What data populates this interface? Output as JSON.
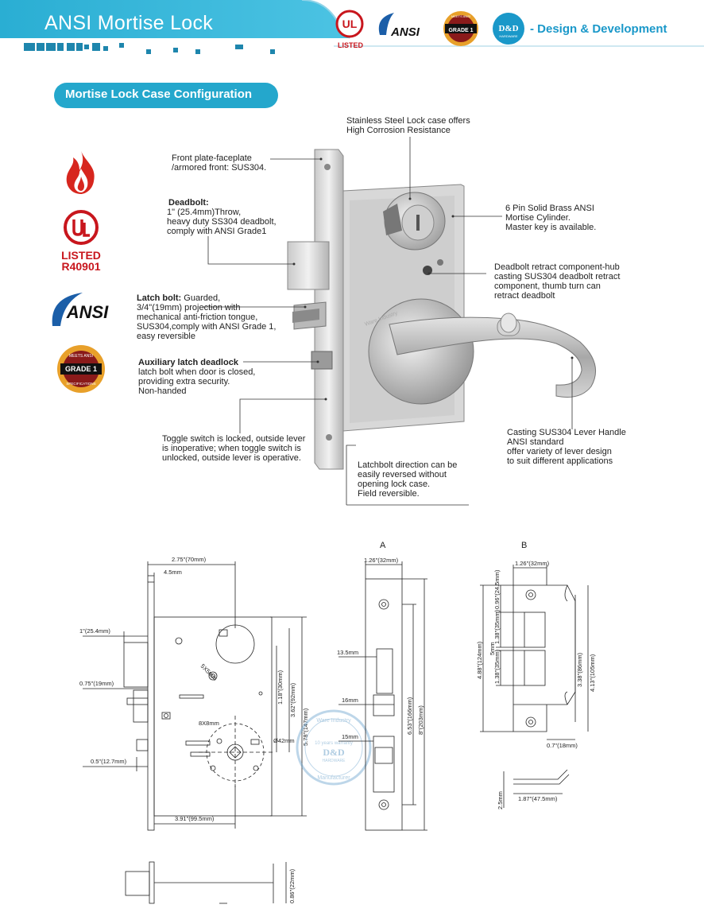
{
  "header": {
    "title": "ANSI Mortise Lock",
    "tagline": "- Design & Development",
    "logos": {
      "ul_text": "UL",
      "ul_listed": "LISTED",
      "ansi": "ANSI",
      "grade": "GRADE 1",
      "grade_ring": "MEETS ANSI",
      "dd": "D&D",
      "dd_sub": "HARDWARE"
    }
  },
  "section": {
    "title": "Mortise Lock Case Configuration"
  },
  "left_badges": {
    "ul_listed": "LISTED",
    "ul_number": "R40901",
    "ansi": "ANSI",
    "grade": "GRADE 1",
    "grade_top": "MEETS ANSI",
    "grade_bottom": "SPECIFICATIONS"
  },
  "callouts": {
    "stainless": [
      "Stainless Steel Lock case offers",
      "High Corrosion Resistance"
    ],
    "front_plate": [
      "Front plate-faceplate",
      "/armored front: SUS304."
    ],
    "deadbolt_title": "Deadbolt:",
    "deadbolt": [
      "1\" (25.4mm)Throw,",
      "heavy duty SS304 deadbolt,",
      "comply with ANSI Grade1"
    ],
    "cylinder": [
      "6 Pin Solid Brass ANSI",
      "Mortise Cylinder.",
      "Master key is available."
    ],
    "retract": [
      "Deadbolt retract component-hub",
      "casting SUS304 deadbolt retract",
      "component, thumb turn can",
      "retract deadbolt"
    ],
    "latch_title": "Latch bolt:",
    "latch_first": " Guarded,",
    "latch": [
      "3/4\"(19mm) projection with",
      "mechanical anti-friction tongue,",
      "SUS304,comply with ANSI Grade 1,",
      "easy reversible"
    ],
    "aux_title": "Auxiliary latch deadlock",
    "aux": [
      "latch bolt when door is closed,",
      "providing extra security.",
      "Non-handed"
    ],
    "lever": [
      "Casting SUS304  Lever Handle",
      "ANSI standard",
      "offer variety of lever design",
      "to suit different applications"
    ],
    "toggle": [
      "Toggle switch is locked, outside lever",
      "is inoperative; when toggle switch is",
      "unlocked, outside lever is operative."
    ],
    "latchbolt_dir": [
      "Latchbolt direction can be",
      "easily reversed without",
      "opening lock case.",
      "Field reversible."
    ]
  },
  "drawing": {
    "label_a": "A",
    "label_b": "B",
    "dims_main": {
      "width_total": "2.75\"(70mm)",
      "front": "4.5mm",
      "deadbolt": "1\"(25.4mm)",
      "latch": "0.75\"(19mm)",
      "aux": "0.5\"(12.7mm)",
      "square_5": "5X5mm",
      "square_8": "8X8mm",
      "hub": "Ø42mm",
      "h118": "1.18\"(30mm)",
      "h362": "3.62\"(92mm)",
      "h578": "5.78\"(147mm)",
      "backset": "3.91\"(99.5mm)",
      "thick": "0.86\"(22mm)"
    },
    "dims_a": {
      "width": "1.26\"(32mm)",
      "d135": "13.5mm",
      "d16": "16mm",
      "d15": "15mm",
      "h653": "6.53\"(166mm)",
      "h8": "8\"(203mm)"
    },
    "dims_b": {
      "width": "1.26\"(32mm)",
      "h096": "0.96\"(24.5mm)",
      "h138a": "1.38\"(35mm)",
      "h5": "5mm",
      "h138b": "1.38\"(35mm)",
      "h488": "4.88\"(124mm)",
      "h338": "3.38\"(86mm)",
      "h413": "4.13\"(105mm)",
      "w07": "0.7\"(18mm)",
      "w187": "1.87\"(47.5mm)",
      "t25": "2.5mm"
    },
    "watermark": {
      "ring_top": "Ware Industry",
      "ring_bottom": "Manufacturer",
      "years": "10 years warranty",
      "brand": "D&D",
      "sub": "HARDWARE"
    }
  },
  "colors": {
    "header_teal": "#2aaed3",
    "header_dark": "#1e86ad",
    "pill": "#24a7cc",
    "ul_red": "#c8161d",
    "ansi_blue": "#1b5ea8",
    "grade_gold": "#e8a02a"
  }
}
